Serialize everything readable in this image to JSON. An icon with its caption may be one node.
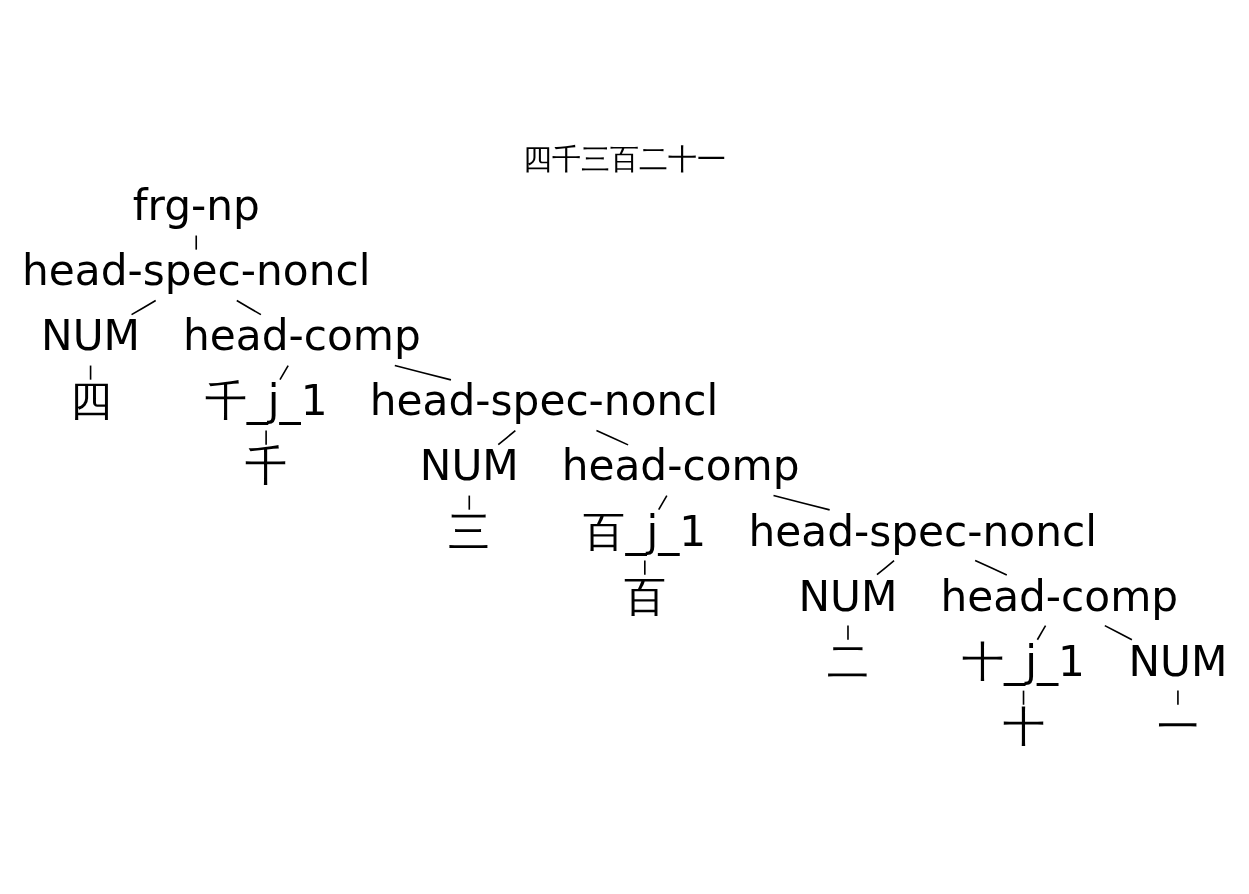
{
  "diagram": {
    "title": "四千三百二十一",
    "nodes": [
      {
        "text": [
          "frg-np"
        ]
      },
      {
        "text": [
          "head-spec-noncl"
        ]
      },
      {
        "text": [
          "NUM"
        ]
      },
      {
        "text": [
          "四"
        ]
      },
      {
        "text": [
          "head-comp"
        ]
      },
      {
        "text": [
          "千_j_1"
        ]
      },
      {
        "text": [
          "千"
        ]
      },
      {
        "text": [
          "head-spec-noncl"
        ]
      },
      {
        "text": [
          "NUM"
        ]
      },
      {
        "text": [
          "三"
        ]
      },
      {
        "text": [
          "head-comp"
        ]
      },
      {
        "text": [
          "百_j_1"
        ]
      },
      {
        "text": [
          "百"
        ]
      },
      {
        "text": [
          "head-spec-noncl"
        ]
      },
      {
        "text": [
          "NUM"
        ]
      },
      {
        "text": [
          "二"
        ]
      },
      {
        "text": [
          "head-comp"
        ]
      },
      {
        "text": [
          "十_j_1"
        ]
      },
      {
        "text": [
          "十"
        ]
      },
      {
        "text": [
          "NUM"
        ]
      },
      {
        "text": [
          "一"
        ]
      }
    ],
    "edges": [
      {
        "from": 0,
        "to": 1,
        "arrow": "none"
      },
      {
        "from": 1,
        "to": 2,
        "arrow": "none"
      },
      {
        "from": 2,
        "to": 3,
        "arrow": "none"
      },
      {
        "from": 1,
        "to": 4,
        "arrow": "none"
      },
      {
        "from": 4,
        "to": 5,
        "arrow": "none"
      },
      {
        "from": 5,
        "to": 6,
        "arrow": "none"
      },
      {
        "from": 4,
        "to": 7,
        "arrow": "none"
      },
      {
        "from": 7,
        "to": 8,
        "arrow": "none"
      },
      {
        "from": 8,
        "to": 9,
        "arrow": "none"
      },
      {
        "from": 7,
        "to": 10,
        "arrow": "none"
      },
      {
        "from": 10,
        "to": 11,
        "arrow": "none"
      },
      {
        "from": 11,
        "to": 12,
        "arrow": "none"
      },
      {
        "from": 10,
        "to": 13,
        "arrow": "none"
      },
      {
        "from": 13,
        "to": 14,
        "arrow": "none"
      },
      {
        "from": 14,
        "to": 15,
        "arrow": "none"
      },
      {
        "from": 13,
        "to": 16,
        "arrow": "none"
      },
      {
        "from": 16,
        "to": 17,
        "arrow": "none"
      },
      {
        "from": 17,
        "to": 18,
        "arrow": "none"
      },
      {
        "from": 16,
        "to": 19,
        "arrow": "none"
      },
      {
        "from": 19,
        "to": 20,
        "arrow": "none"
      }
    ]
  }
}
